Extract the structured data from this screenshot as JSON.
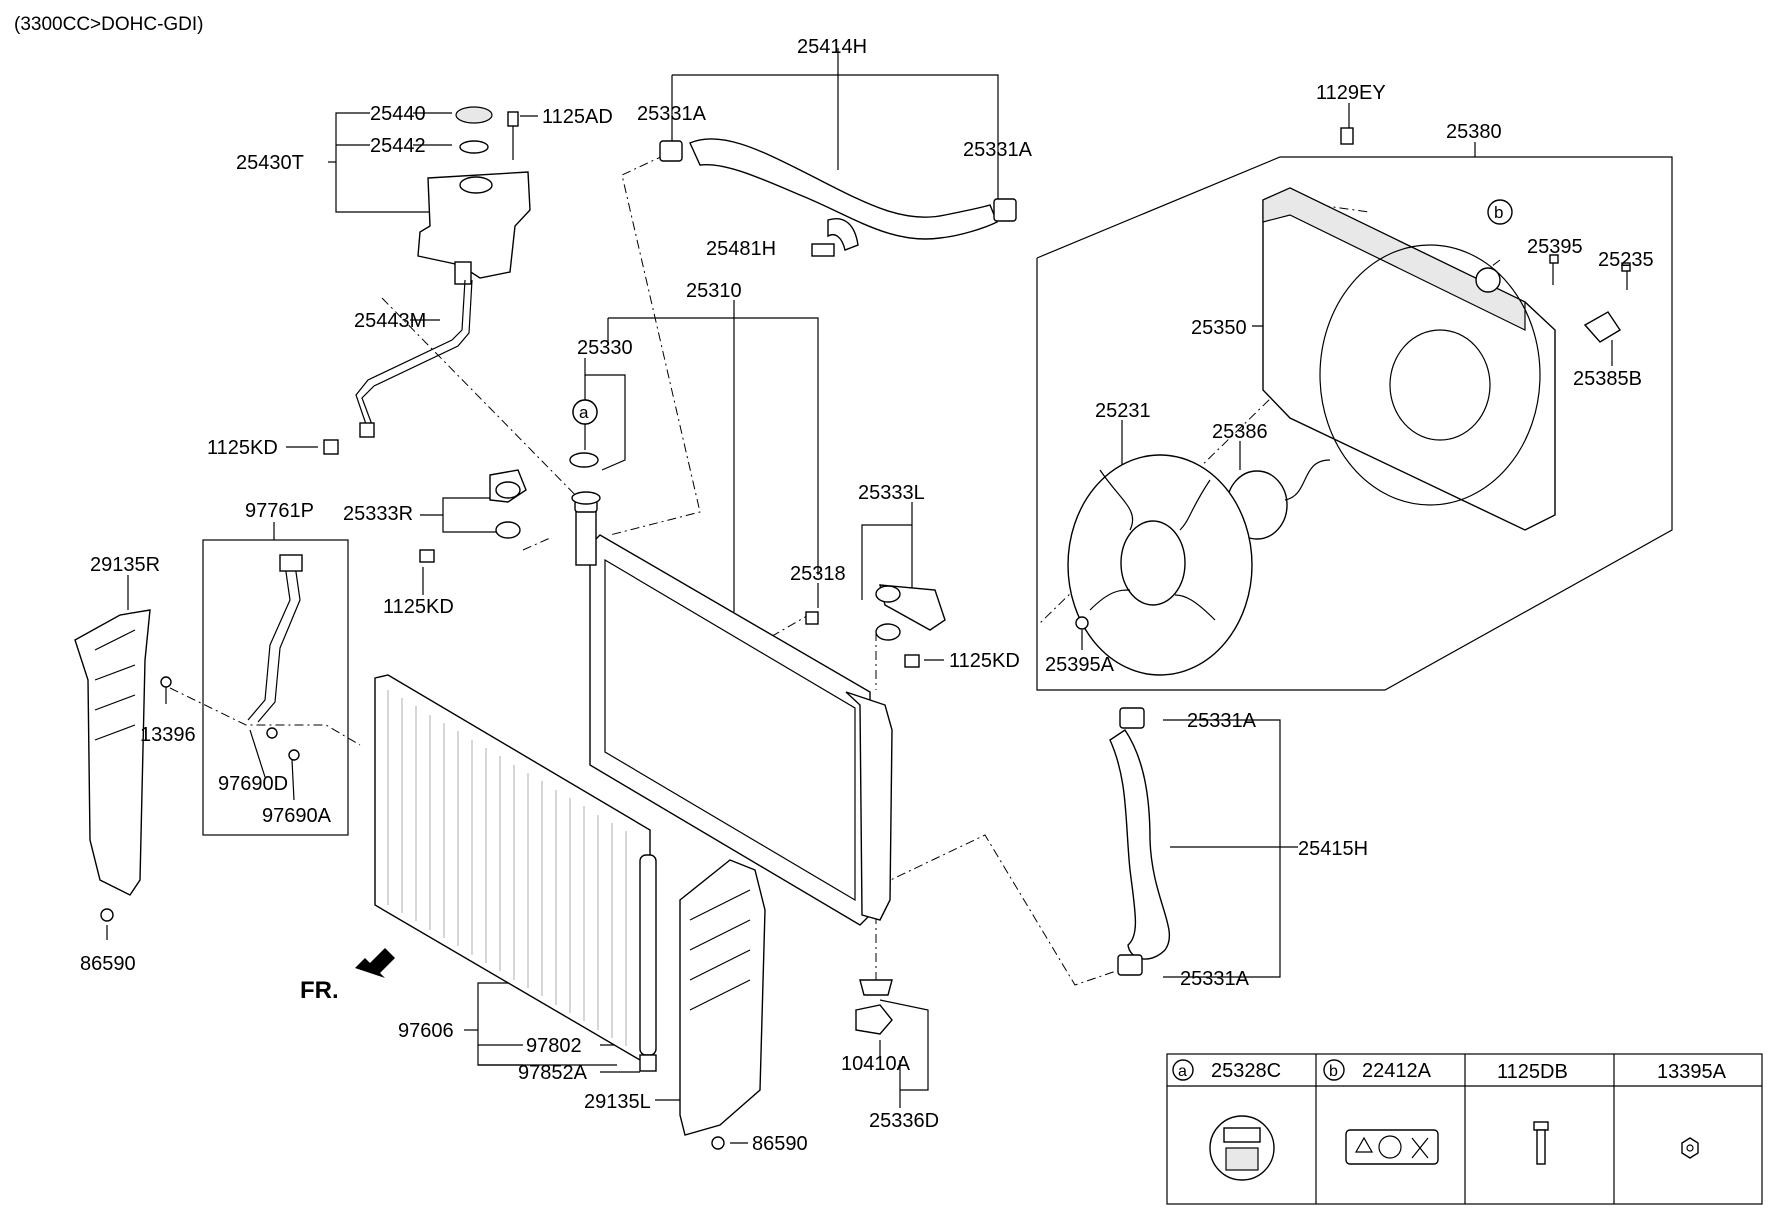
{
  "diagram": {
    "header": "(3300CC>DOHC-GDI)",
    "direction_label": "FR.",
    "callouts": {
      "c25414H": "25414H",
      "c25331A_top_left": "25331A",
      "c25331A_top_right": "25331A",
      "c25440": "25440",
      "c1125AD": "1125AD",
      "c25442": "25442",
      "c25430T": "25430T",
      "c25481H": "25481H",
      "c25310": "25310",
      "c25330": "25330",
      "c25443M": "25443M",
      "c1125KD_hose": "1125KD",
      "c25333R": "25333R",
      "c1125KD_left": "1125KD",
      "c97761P": "97761P",
      "c29135R": "29135R",
      "c13396": "13396",
      "c97690D": "97690D",
      "c97690A": "97690A",
      "c86590_left": "86590",
      "c25318": "25318",
      "c25333L": "25333L",
      "c1125KD_right": "1125KD",
      "c1129EY": "1129EY",
      "c25380": "25380",
      "c25395": "25395",
      "c25235": "25235",
      "c25350": "25350",
      "c25385B": "25385B",
      "c25231": "25231",
      "c25386": "25386",
      "c25395A": "25395A",
      "c25331A_lower_top": "25331A",
      "c25415H": "25415H",
      "c25331A_lower_bottom": "25331A",
      "c97606": "97606",
      "c97802": "97802",
      "c97852A": "97852A",
      "c29135L": "29135L",
      "c86590_right": "86590",
      "c10410A": "10410A",
      "c25336D": "25336D"
    },
    "markers": {
      "a": "a",
      "b": "b"
    },
    "legend": {
      "headers": [
        {
          "key": "a",
          "part": "25328C"
        },
        {
          "key": "b",
          "part": "22412A"
        },
        {
          "key": "",
          "part": "1125DB"
        },
        {
          "key": "",
          "part": "13395A"
        }
      ]
    }
  }
}
